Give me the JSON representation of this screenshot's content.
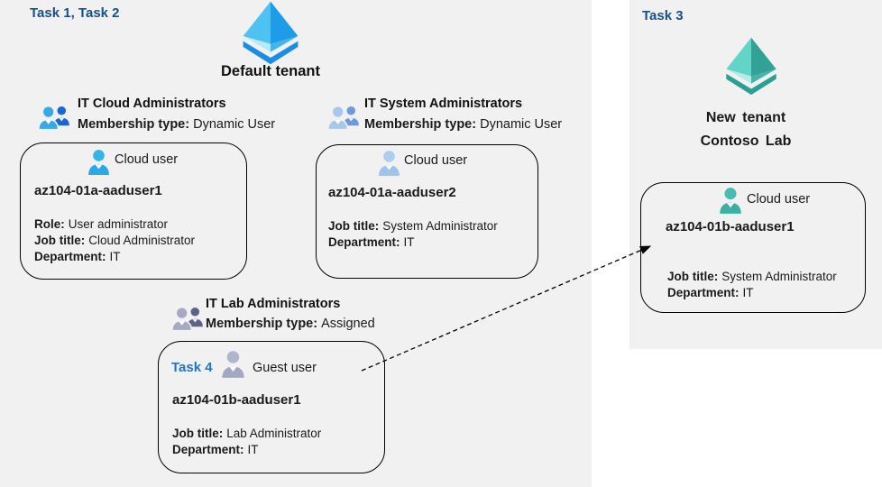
{
  "colors": {
    "panel_bg": "#f1f1f2",
    "task_label_blue": "#175089",
    "task4_label_blue": "#2374c8",
    "box_border": "#000000",
    "tenant_icon_blue_light": "#4ec3f2",
    "tenant_icon_blue_dark": "#1e9ce8",
    "tenant_icon_teal_light": "#63d5c7",
    "tenant_icon_teal_dark": "#33a296",
    "group_icon_blue": "#1668d2",
    "group_icon_steel": "#6d99da",
    "group_icon_slate": "#5d6385",
    "user_icon_blue": "#2aa9e6",
    "user_icon_steel": "#a2c3e9",
    "user_icon_slate": "#a2a8c1",
    "user_icon_teal": "#3bafa2"
  },
  "left_panel": {
    "task_label": "Task 1, Task 2",
    "tenant_name": "Default tenant",
    "groups": [
      {
        "name": "IT Cloud Administrators",
        "membership_label": "Membership type:",
        "membership_value": "Dynamic User",
        "user": {
          "type_label": "Cloud user",
          "username": "az104-01a-aaduser1",
          "attributes": [
            {
              "label": "Role:",
              "value": "User administrator"
            },
            {
              "label": "Job title:",
              "value": "Cloud Administrator"
            },
            {
              "label": "Department:",
              "value": "IT"
            }
          ]
        }
      },
      {
        "name": "IT System Administrators",
        "membership_label": "Membership type:",
        "membership_value": "Dynamic User",
        "user": {
          "type_label": "Cloud user",
          "username": "az104-01a-aaduser2",
          "attributes": [
            {
              "label": "Job title:",
              "value": "System Administrator"
            },
            {
              "label": "Department:",
              "value": "IT"
            }
          ]
        }
      },
      {
        "name": "IT Lab Administrators",
        "membership_label": "Membership type:",
        "membership_value": "Assigned",
        "user": {
          "task_label": "Task 4",
          "type_label": "Guest user",
          "username": "az104-01b-aaduser1",
          "attributes": [
            {
              "label": "Job title:",
              "value": "Lab Administrator"
            },
            {
              "label": "Department:",
              "value": "IT"
            }
          ]
        }
      }
    ]
  },
  "right_panel": {
    "task_label": "Task 3",
    "tenant_name_line1": "New tenant",
    "tenant_name_line2": "Contoso Lab",
    "user": {
      "type_label": "Cloud user",
      "username": "az104-01b-aaduser1",
      "attributes": [
        {
          "label": "Job title:",
          "value": "System Administrator"
        },
        {
          "label": "Department:",
          "value": "IT"
        }
      ]
    }
  }
}
